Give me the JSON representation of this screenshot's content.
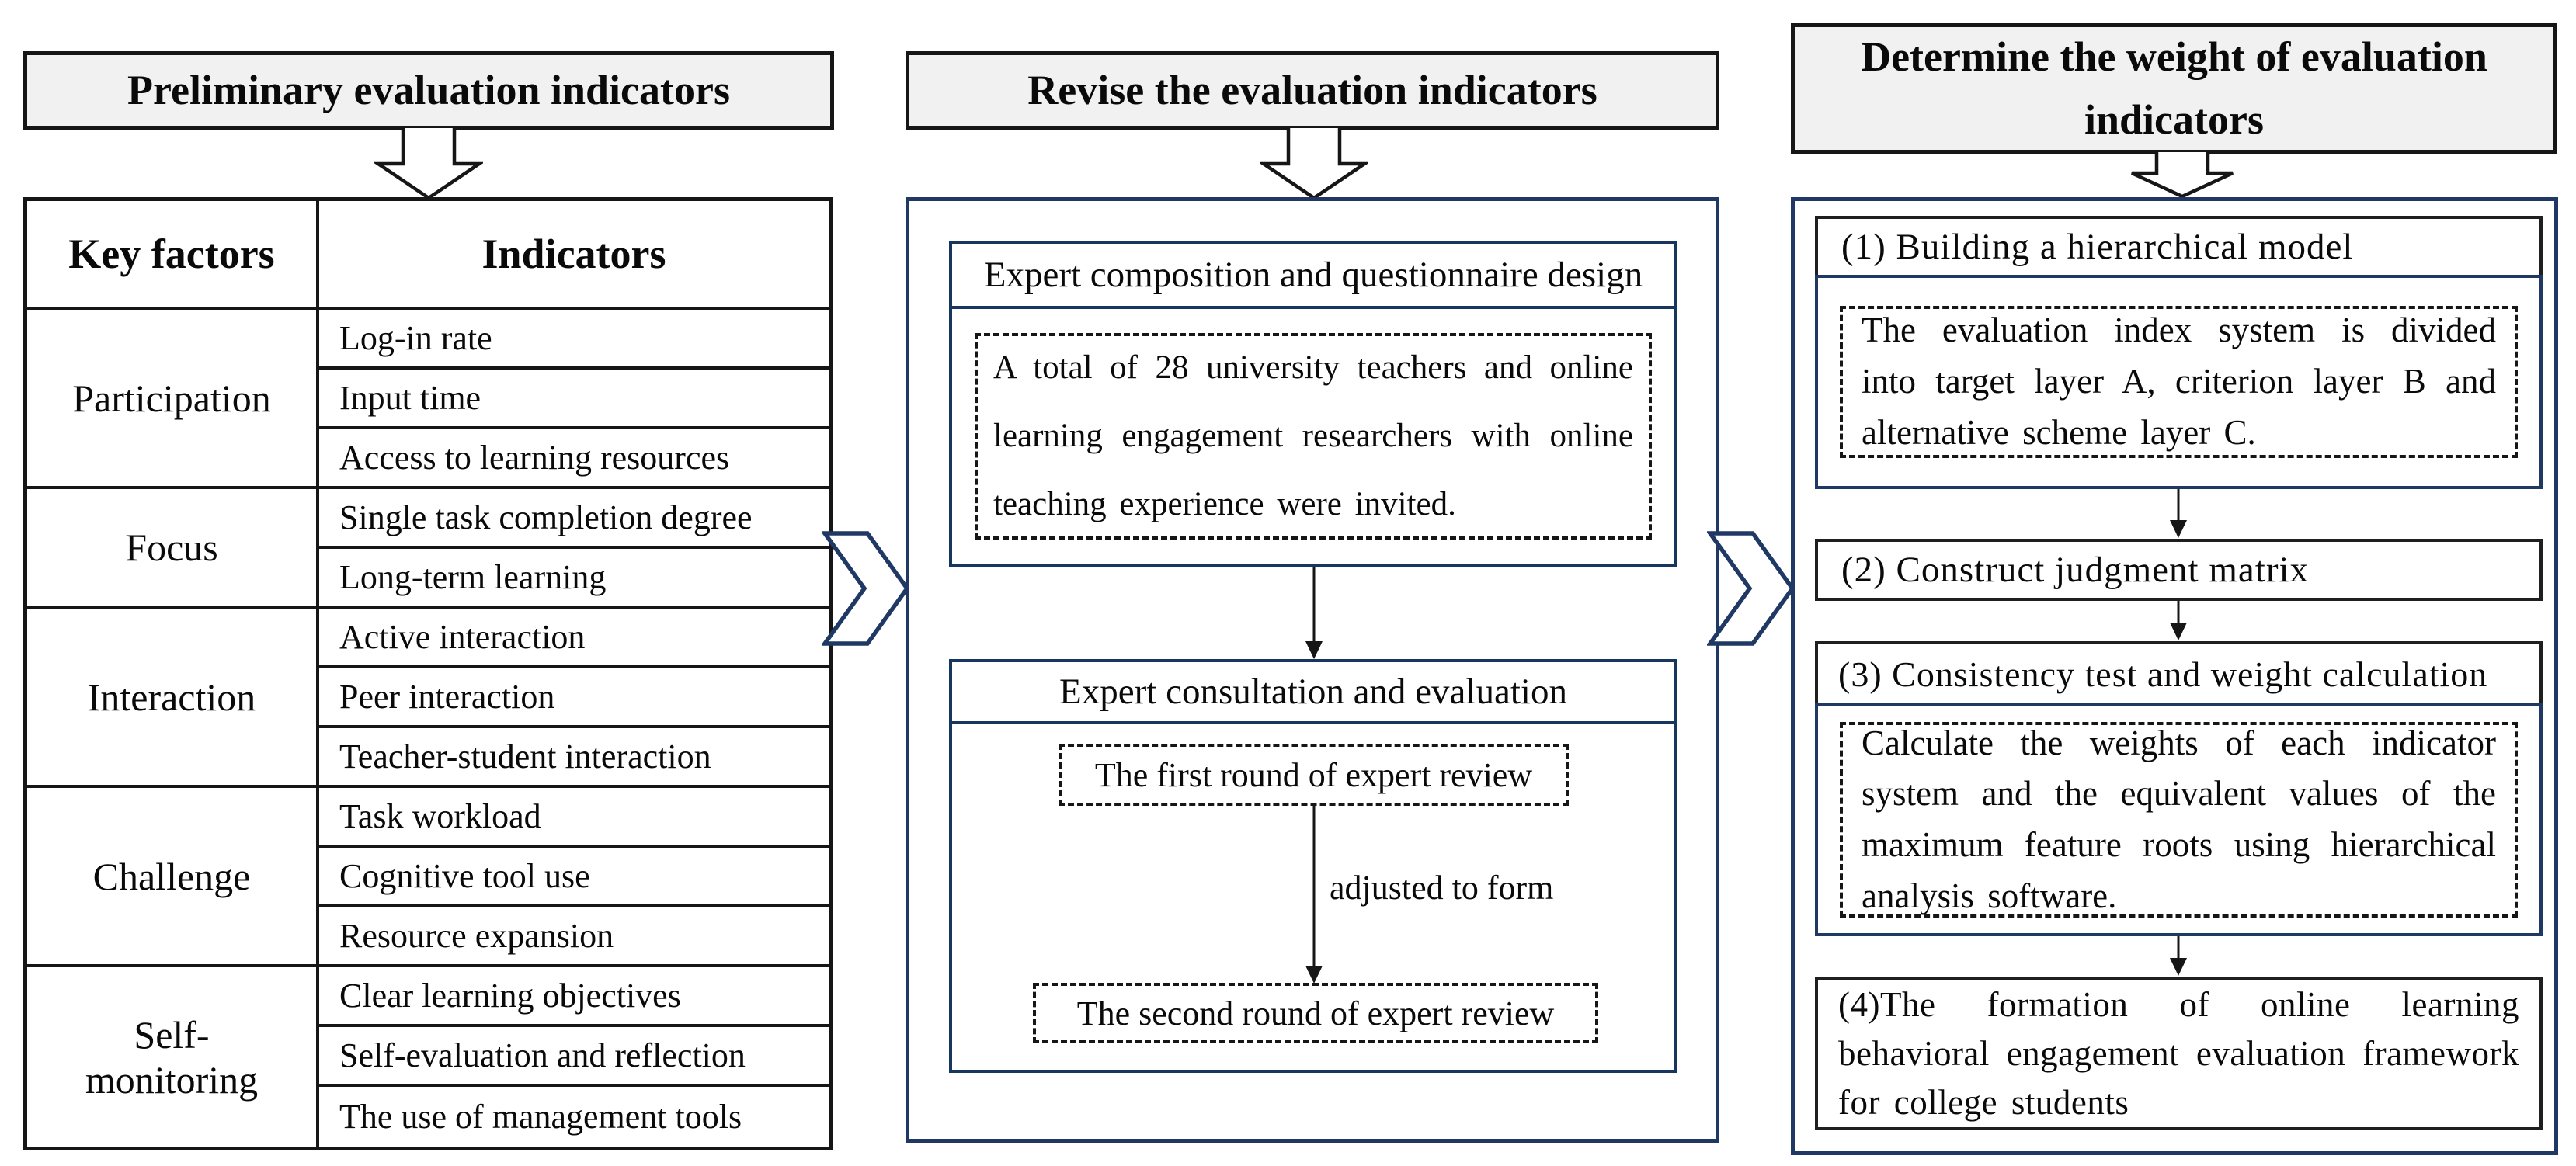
{
  "col1": {
    "header": "Preliminary evaluation indicators",
    "table": {
      "key_factors_header": "Key factors",
      "indicators_header": "Indicators",
      "groups": [
        {
          "factor": "Participation",
          "indicators": [
            "Log-in rate",
            "Input time",
            "Access to learning resources"
          ]
        },
        {
          "factor": "Focus",
          "indicators": [
            "Single task completion degree",
            "Long-term learning"
          ]
        },
        {
          "factor": "Interaction",
          "indicators": [
            "Active interaction",
            "Peer interaction",
            "Teacher-student interaction"
          ]
        },
        {
          "factor": "Challenge",
          "indicators": [
            "Task workload",
            "Cognitive tool use",
            "Resource expansion"
          ]
        },
        {
          "factor": "Self-monitoring",
          "indicators": [
            "Clear learning objectives",
            "Self-evaluation and reflection",
            "The use of management tools"
          ]
        }
      ]
    }
  },
  "col2": {
    "header": "Revise the evaluation indicators",
    "stage1_title": "Expert composition and questionnaire design",
    "stage1_text": "A total of 28 university teachers and online learning engagement researchers with online teaching experience were invited.",
    "stage2_title": "Expert consultation and evaluation",
    "round1": "The first round of expert review",
    "arrow_label": "adjusted to form",
    "round2": "The second round of expert review"
  },
  "col3": {
    "header": "Determine the weight of evaluation indicators",
    "step1_title": "(1) Building a hierarchical model",
    "step1_text": "The evaluation index system is divided into target layer A, criterion layer B and alternative scheme layer C.",
    "step2_title": "(2) Construct judgment matrix",
    "step3_title": "(3) Consistency test and weight calculation",
    "step3_text": "Calculate the weights of each indicator system and the equivalent values of the maximum feature roots using hierarchical analysis software.",
    "step4_text": "(4)The formation of online learning behavioral engagement evaluation framework for college students"
  },
  "colors": {
    "navy": "#1f3864",
    "header_bg": "#f1f1f1",
    "line": "#161616"
  }
}
